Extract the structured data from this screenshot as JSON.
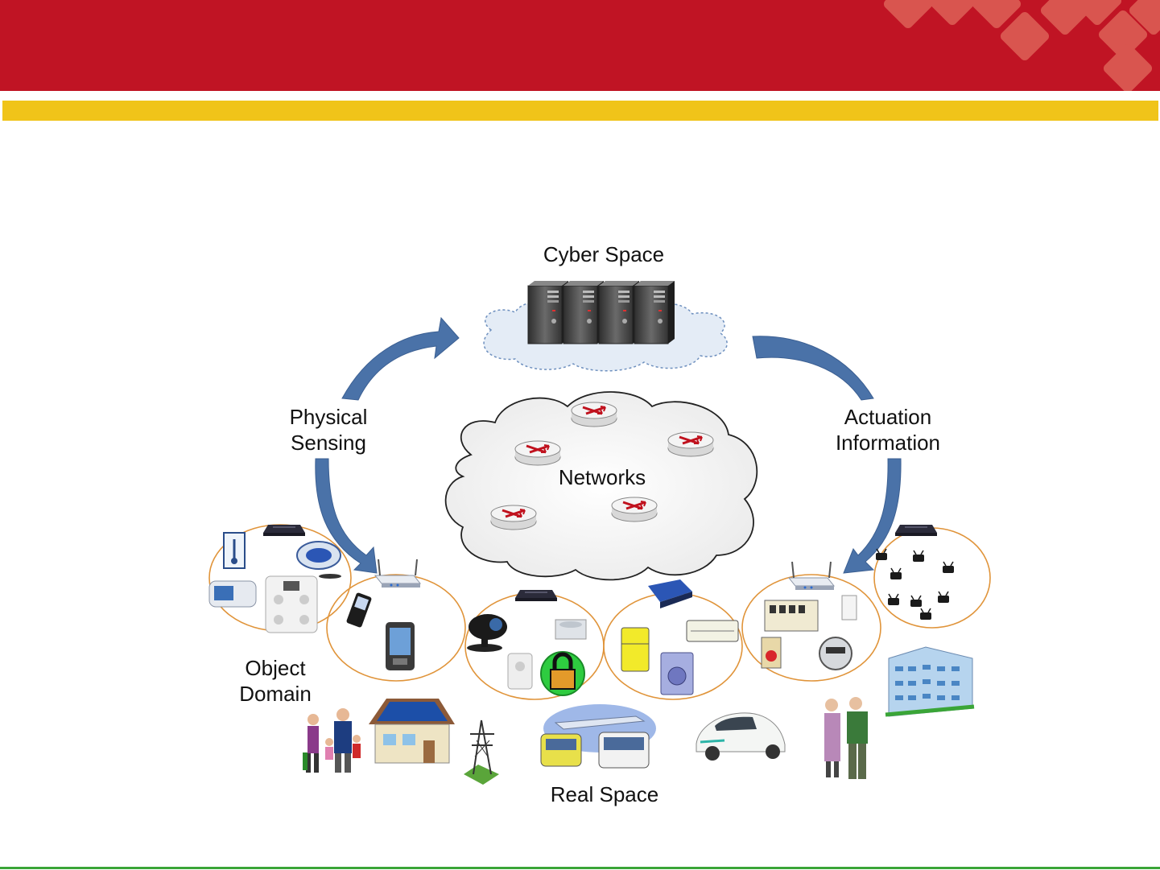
{
  "slide": {
    "colors": {
      "banner": "#c01424",
      "accent_bar": "#f0c419",
      "arrow": "#4a72a8",
      "ring": "#e0943a",
      "footer_line": "#3aa537"
    }
  },
  "diagram": {
    "cyber_space": "Cyber Space",
    "networks": "Networks",
    "physical_sensing": [
      "Physical",
      "Sensing"
    ],
    "actuation_information": [
      "Actuation",
      "Information"
    ],
    "object_domain": [
      "Object",
      "Domain"
    ],
    "real_space": "Real Space",
    "icons": [
      "server-icon",
      "router-icon",
      "wireless-router-icon",
      "gateway-icon",
      "thermometer-icon",
      "pedometer-icon",
      "blood-pressure-monitor-icon",
      "body-scale-icon",
      "mobile-phone-icon",
      "pda-icon",
      "webcam-icon",
      "smoke-detector-icon",
      "motion-sensor-icon",
      "padlock-icon",
      "refrigerator-icon",
      "air-conditioner-icon",
      "washing-machine-icon",
      "distribution-panel-icon",
      "battery-icon",
      "electric-meter-icon",
      "sensor-node-icon",
      "family-icon",
      "solar-house-icon",
      "power-tower-icon",
      "transport-icon",
      "electric-car-icon",
      "elderly-couple-icon",
      "office-building-icon"
    ]
  }
}
